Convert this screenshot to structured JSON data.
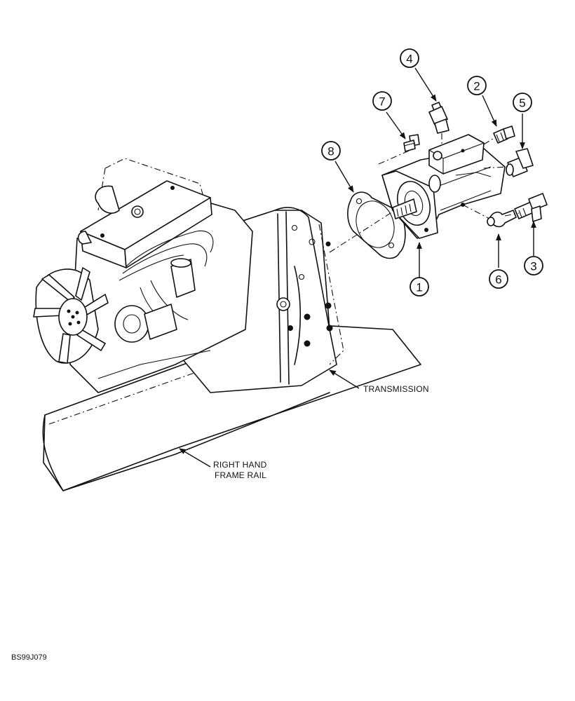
{
  "callouts": [
    "1",
    "2",
    "3",
    "4",
    "5",
    "6",
    "7",
    "8"
  ],
  "labels": {
    "transmission": "TRANSMISSION",
    "frame_rail_line1": "RIGHT HAND",
    "frame_rail_line2": "FRAME RAIL"
  },
  "drawing_id": "BS99J079"
}
